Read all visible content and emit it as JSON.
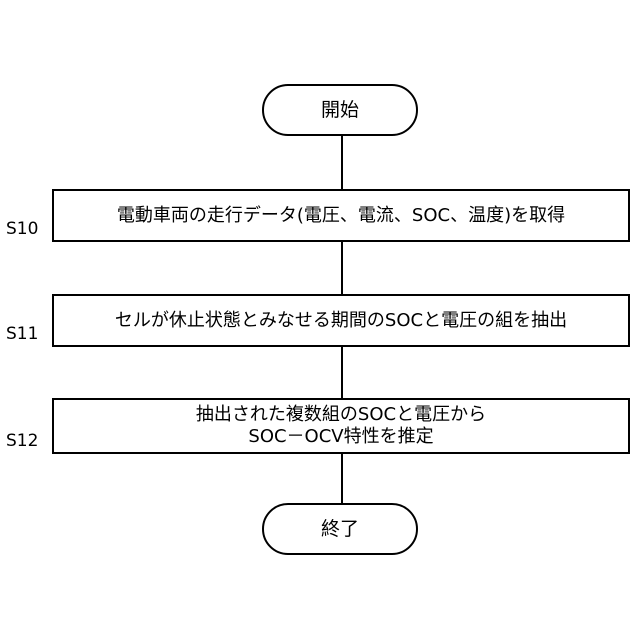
{
  "flowchart": {
    "start": {
      "label": "開始"
    },
    "steps": [
      {
        "id": "S10",
        "lines": [
          "電動車両の走行データ(電圧、電流、SOC、温度)を取得"
        ]
      },
      {
        "id": "S11",
        "lines": [
          "セルが休止状態とみなせる期間のSOCと電圧の組を抽出"
        ]
      },
      {
        "id": "S12",
        "lines": [
          "抽出された複数組のSOCと電圧から",
          "SOC－OCV特性を推定"
        ]
      }
    ],
    "end": {
      "label": "終了"
    }
  }
}
